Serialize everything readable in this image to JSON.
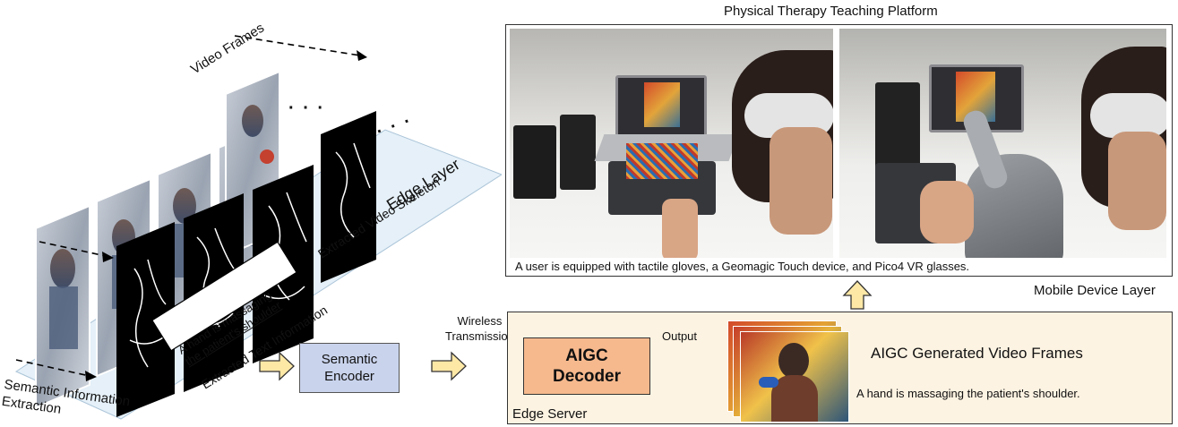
{
  "left": {
    "video_frames_label": "Video Frames",
    "skeleton_label": "Extracted Video Skeleton",
    "edge_layer_label": "Edge Layer",
    "text_info_label": "Extracted Text Information",
    "caption_line1": "A hand is massaging",
    "caption_line2": "the patient's shoulder",
    "ellipsis_top": "· · ·",
    "ellipsis_bottom": "· · ·",
    "extraction_line1": "Semantic Information",
    "extraction_line2": "Extraction"
  },
  "pipeline": {
    "encoder_line1": "Semantic",
    "encoder_line2": "Encoder",
    "wireless_line1": "Wireless",
    "wireless_line2": "Transmission",
    "decoder_line1": "AIGC",
    "decoder_line2": "Decoder",
    "output_label": "Output",
    "generated_title": "AIGC Generated Video Frames",
    "generated_caption": "A hand is massaging the patient's shoulder.",
    "edge_server_label": "Edge Server"
  },
  "platform": {
    "title": "Physical Therapy Teaching Platform",
    "caption": "A user is equipped with tactile gloves, a Geomagic Touch device, and Pico4 VR glasses.",
    "mobile_layer_label": "Mobile Device Layer"
  },
  "colors": {
    "encoder_fill": "#c9d3ec",
    "decoder_fill": "#f6b98d",
    "server_fill": "#fdf3e2",
    "arrow_fill": "#fde8a6",
    "arrow_stroke": "#333333",
    "plane_fill": "#e5f0f8"
  }
}
